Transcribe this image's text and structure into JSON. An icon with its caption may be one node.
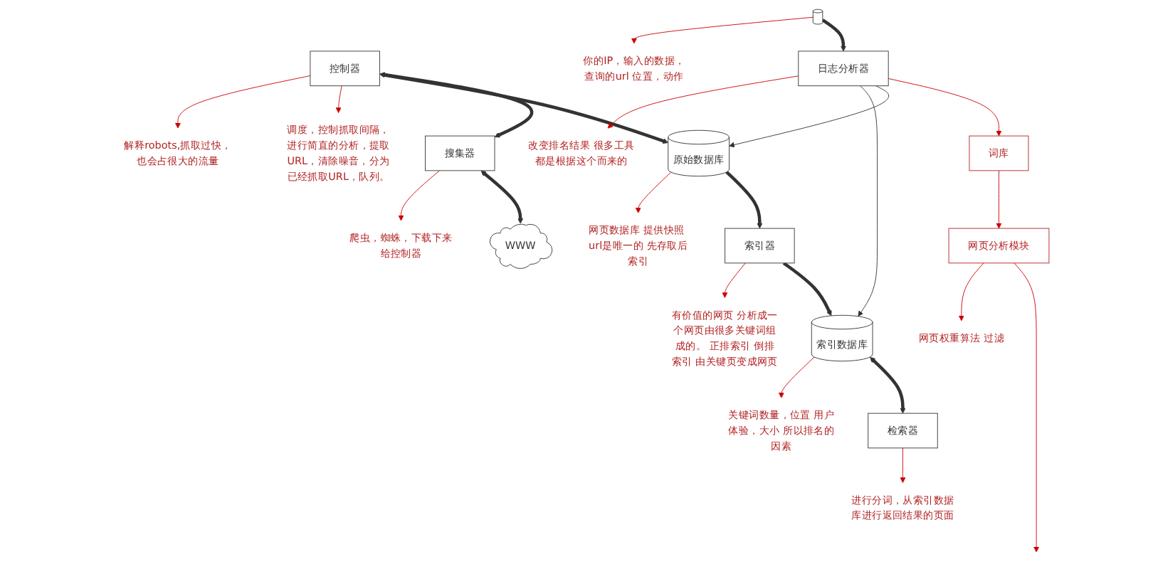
{
  "diagram": {
    "nodes": [
      {
        "text": [
          "控制器"
        ]
      },
      {
        "text": [
          "搜集器"
        ]
      },
      {
        "text": [
          "WWW"
        ]
      },
      {
        "text": [
          "原始数据库"
        ]
      },
      {
        "text": [
          "词库"
        ]
      },
      {
        "text": [
          "网页分析模块"
        ]
      },
      {
        "text": [
          "索引器"
        ]
      },
      {
        "text": [
          "日志分析器"
        ]
      },
      {
        "text": [
          "索引数据库"
        ]
      },
      {
        "text": [
          "检索器"
        ]
      },
      {
        "text": [],
        "shape": "cylinder"
      },
      {
        "text": [
          "调度，控制抓取间隔，进行简直的分析，提取URL，清除噪音，分为已经抓取URL，队列。"
        ]
      },
      {
        "text": [
          "解释robots,抓取过快，也会占很大的流量"
        ]
      },
      {
        "text": [
          "网页数据库 提供快照 url是唯一的 先存取后索引"
        ]
      },
      {
        "text": [
          "有价值的网页 分析成一个网页由很多关键词组成的。 正排索引 倒排索引 由关键页变成网页"
        ]
      },
      {
        "text": [
          "网页权重算法 过滤"
        ]
      },
      {
        "text": [
          "爬虫，蜘蛛，下载下来给控制器"
        ]
      },
      {
        "text": [
          "改变排名结果 很多工具都是根据这个而来的"
        ]
      },
      {
        "text": [
          "关键词数量，位置 用户体验，大小 所以排名的因素"
        ]
      },
      {
        "text": [
          "进行分词，从索引数据库进行返回结果的页面"
        ]
      },
      {
        "text": [
          "你的IP，输入的数据，查询的url 位置，动作"
        ]
      }
    ],
    "edges": [
      {
        "from": 0,
        "to": 1,
        "arrow": "both",
        "style": "thick",
        "color": "#333333"
      },
      {
        "from": 1,
        "to": 2,
        "arrow": "both",
        "style": "thick",
        "color": "#333333"
      },
      {
        "from": 0,
        "to": 3,
        "arrow": "both",
        "style": "thick",
        "color": "#333333"
      },
      {
        "from": 3,
        "to": 6,
        "arrow": "to",
        "style": "thick",
        "color": "#333333"
      },
      {
        "from": 5,
        "to": null,
        "arrow": "to",
        "color": "#cc0000"
      },
      {
        "from": 4,
        "to": 5,
        "arrow": "to",
        "color": "#cc0000"
      },
      {
        "from": 7,
        "to": 4,
        "arrow": "to",
        "color": "#cc0000"
      },
      {
        "from": 7,
        "to": 3,
        "arrow": "to",
        "color": "#333333"
      },
      {
        "from": 7,
        "to": 8,
        "arrow": "to",
        "color": "#333333"
      },
      {
        "from": 6,
        "to": 8,
        "arrow": "to",
        "style": "thick",
        "color": "#333333"
      },
      {
        "from": 8,
        "to": 9,
        "arrow": "both",
        "style": "thick",
        "color": "#333333"
      },
      {
        "from": 10,
        "to": 7,
        "arrow": "to",
        "style": "thick",
        "color": "#333333"
      },
      {
        "from": 0,
        "to": 11,
        "arrow": "to",
        "color": "#cc0000"
      },
      {
        "from": 0,
        "to": 12,
        "arrow": "to",
        "color": "#cc0000"
      },
      {
        "from": 3,
        "to": 13,
        "arrow": "to",
        "color": "#cc0000"
      },
      {
        "from": 6,
        "to": 14,
        "arrow": "to",
        "color": "#cc0000"
      },
      {
        "from": 5,
        "to": 15,
        "arrow": "to",
        "color": "#cc0000"
      },
      {
        "from": 1,
        "to": 16,
        "arrow": "to",
        "color": "#cc0000"
      },
      {
        "from": 7,
        "to": 17,
        "arrow": "to",
        "color": "#cc0000"
      },
      {
        "from": 8,
        "to": 18,
        "arrow": "to",
        "color": "#cc0000"
      },
      {
        "from": 9,
        "to": 19,
        "arrow": "to",
        "color": "#cc0000"
      },
      {
        "from": 10,
        "to": 20,
        "arrow": "to",
        "color": "#cc0000"
      }
    ]
  }
}
